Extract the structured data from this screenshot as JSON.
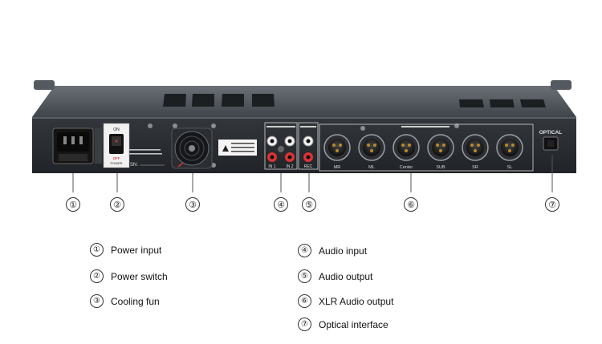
{
  "panel": {
    "optical_label": "OPTICAL",
    "xlr_labels": [
      "MR",
      "ML",
      "Center",
      "SUB",
      "SR",
      "SL"
    ],
    "in_labels": [
      "IN 1",
      "IN 2"
    ],
    "rec_label": "REC",
    "sn_label": "SN:",
    "switch_on": "ON",
    "switch_off": "OFF",
    "switch_power": "POWER"
  },
  "callouts": [
    {
      "num": "①"
    },
    {
      "num": "②"
    },
    {
      "num": "③"
    },
    {
      "num": "④"
    },
    {
      "num": "⑤"
    },
    {
      "num": "⑥"
    },
    {
      "num": "⑦"
    }
  ],
  "legend": [
    {
      "num": "①",
      "label": "Power input"
    },
    {
      "num": "②",
      "label": "Power switch"
    },
    {
      "num": "③",
      "label": "Cooling fun"
    },
    {
      "num": "④",
      "label": "Audio input"
    },
    {
      "num": "⑤",
      "label": "Audio output"
    },
    {
      "num": "⑥",
      "label": "XLR Audio output"
    },
    {
      "num": "⑦",
      "label": "Optical interface"
    }
  ]
}
